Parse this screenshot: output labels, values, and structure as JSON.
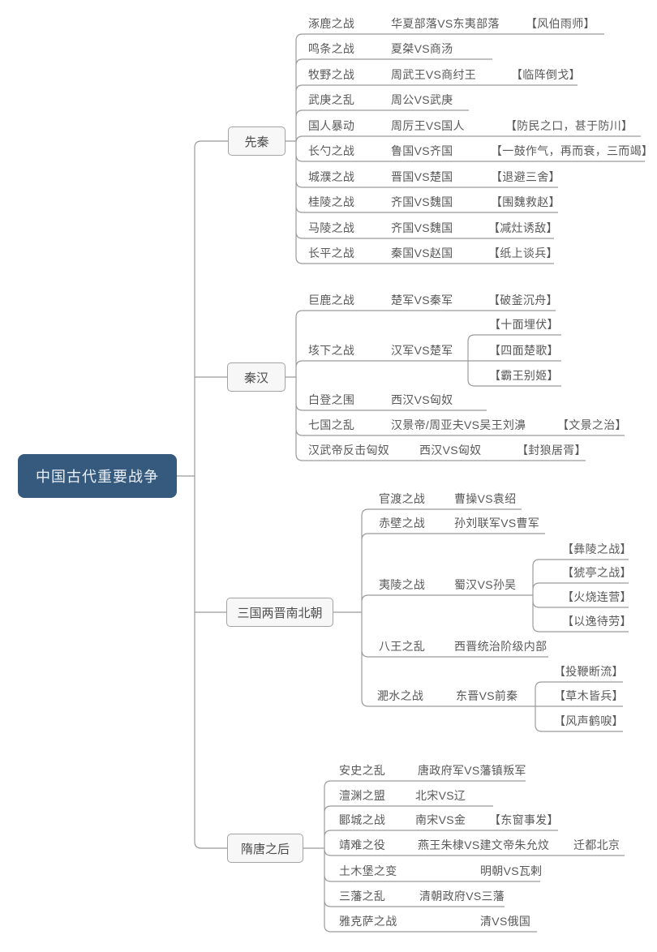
{
  "root": {
    "label": "中国古代重要战争"
  },
  "colors": {
    "root_bg": "#355A7E",
    "root_text": "#E9EFF6",
    "branch_bg": "#F7F7F7",
    "branch_border": "#A3A3A3",
    "line": "#9B9B9B",
    "text": "#595959"
  },
  "branches": [
    {
      "label": "先秦",
      "wars": [
        {
          "name": "涿鹿之战",
          "parties": "华夏部落VS东夷部落",
          "notes": [
            "【风伯雨师】"
          ]
        },
        {
          "name": "鸣条之战",
          "parties": "夏桀VS商汤",
          "notes": []
        },
        {
          "name": "牧野之战",
          "parties": "周武王VS商纣王",
          "notes": [
            "【临阵倒戈】"
          ]
        },
        {
          "name": "武庚之乱",
          "parties": "周公VS武庚",
          "notes": []
        },
        {
          "name": "国人暴动",
          "parties": "周厉王VS国人",
          "notes": [
            "【防民之口，甚于防川】"
          ]
        },
        {
          "name": "长勺之战",
          "parties": "鲁国VS齐国",
          "notes": [
            "【一鼓作气，再而衰，三而竭】"
          ]
        },
        {
          "name": "城濮之战",
          "parties": "晋国VS楚国",
          "notes": [
            "【退避三舍】"
          ]
        },
        {
          "name": "桂陵之战",
          "parties": "齐国VS魏国",
          "notes": [
            "【围魏救赵】"
          ]
        },
        {
          "name": "马陵之战",
          "parties": "齐国VS魏国",
          "notes": [
            "【减灶诱敌】"
          ]
        },
        {
          "name": "长平之战",
          "parties": "秦国VS赵国",
          "notes": [
            "【纸上谈兵】"
          ]
        }
      ]
    },
    {
      "label": "秦汉",
      "wars": [
        {
          "name": "巨鹿之战",
          "parties": "楚军VS秦军",
          "notes": [
            "【破釜沉舟】"
          ]
        },
        {
          "name": "垓下之战",
          "parties": "汉军VS楚军",
          "notes": [
            "【十面埋伏】",
            "【四面楚歌】",
            "【霸王别姬】"
          ]
        },
        {
          "name": "白登之围",
          "parties": "西汉VS匈奴",
          "notes": []
        },
        {
          "name": "七国之乱",
          "parties": "汉景帝/周亚夫VS吴王刘濞",
          "notes": [
            "【文景之治】"
          ]
        },
        {
          "name": "汉武帝反击匈奴",
          "parties": "西汉VS匈奴",
          "notes": [
            "【封狼居胥】"
          ]
        }
      ]
    },
    {
      "label": "三国两晋南北朝",
      "wars": [
        {
          "name": "官渡之战",
          "parties": "曹操VS袁绍",
          "notes": []
        },
        {
          "name": "赤壁之战",
          "parties": "孙刘联军VS曹军",
          "notes": []
        },
        {
          "name": "夷陵之战",
          "parties": "蜀汉VS孙吴",
          "notes": [
            "【彝陵之战】",
            "【猇亭之战】",
            "【火烧连营】",
            "【以逸待劳】"
          ]
        },
        {
          "name": "八王之乱",
          "parties": "西晋统治阶级内部",
          "notes": []
        },
        {
          "name": "淝水之战",
          "parties": "东晋VS前秦",
          "notes": [
            "【投鞭断流】",
            "【草木皆兵】",
            "【风声鹤唳】"
          ]
        }
      ]
    },
    {
      "label": "隋唐之后",
      "wars": [
        {
          "name": "安史之乱",
          "parties": "唐政府军VS藩镇叛军",
          "notes": []
        },
        {
          "name": "澶渊之盟",
          "parties": "北宋VS辽",
          "notes": []
        },
        {
          "name": "郾城之战",
          "parties": "南宋VS金",
          "notes": [
            "【东窗事发】"
          ]
        },
        {
          "name": "靖难之役",
          "parties": "燕王朱棣VS建文帝朱允炆",
          "notes": [
            "迁都北京"
          ]
        },
        {
          "name": "土木堡之变",
          "parties": "明朝VS瓦剌",
          "notes": []
        },
        {
          "name": "三藩之乱",
          "parties": "清朝政府VS三藩",
          "notes": []
        },
        {
          "name": "雅克萨之战",
          "parties": "清VS俄国",
          "notes": []
        }
      ]
    }
  ]
}
